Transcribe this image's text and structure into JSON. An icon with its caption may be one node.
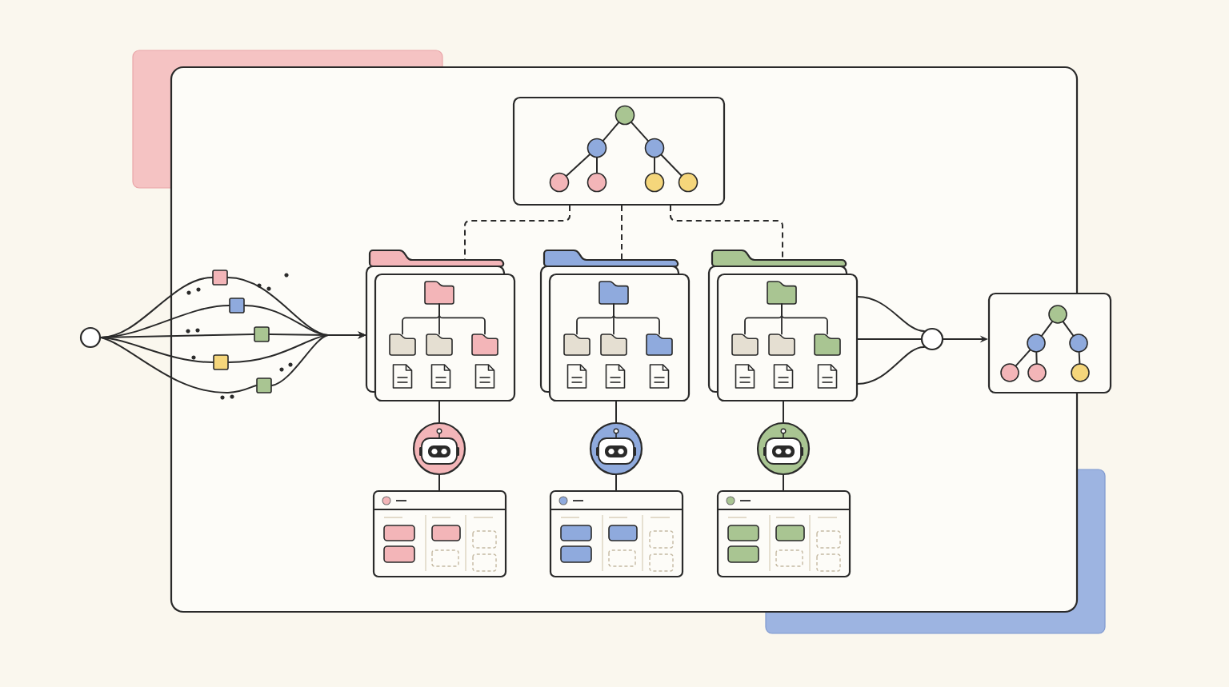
{
  "diagram": {
    "nodes": [
      {
        "text": [],
        "shape": "box"
      },
      {
        "text": [],
        "shape": "circle"
      },
      {
        "text": [],
        "shape": "box",
        "in": 0
      },
      {
        "text": [],
        "shape": "box",
        "in": 0
      },
      {
        "text": [],
        "shape": "box",
        "in": 0
      },
      {
        "text": [],
        "shape": "box",
        "in": 0
      },
      {
        "text": [],
        "shape": "box",
        "in": 0
      },
      {
        "text": [],
        "shape": "box",
        "in": 0
      },
      {
        "text": [],
        "shape": "circle",
        "in": 7
      },
      {
        "text": [],
        "shape": "circle",
        "in": 7
      },
      {
        "text": [],
        "shape": "circle",
        "in": 7
      },
      {
        "text": [],
        "shape": "circle",
        "in": 7
      },
      {
        "text": [],
        "shape": "circle",
        "in": 7
      },
      {
        "text": [],
        "shape": "circle",
        "in": 7
      },
      {
        "text": [],
        "shape": "circle",
        "in": 7
      },
      {
        "text": [],
        "shape": "folder",
        "in": 0
      },
      {
        "text": [],
        "shape": "folder",
        "in": 15
      },
      {
        "text": [],
        "shape": "folder",
        "in": 15
      },
      {
        "text": [],
        "shape": "folder",
        "in": 15
      },
      {
        "text": [],
        "shape": "folder",
        "in": 15
      },
      {
        "text": [],
        "shape": "folder",
        "in": 0
      },
      {
        "text": [],
        "shape": "folder",
        "in": 20
      },
      {
        "text": [],
        "shape": "folder",
        "in": 20
      },
      {
        "text": [],
        "shape": "folder",
        "in": 20
      },
      {
        "text": [],
        "shape": "folder",
        "in": 20
      },
      {
        "text": [],
        "shape": "folder",
        "in": 0
      },
      {
        "text": [],
        "shape": "folder",
        "in": 25
      },
      {
        "text": [],
        "shape": "folder",
        "in": 25
      },
      {
        "text": [],
        "shape": "folder",
        "in": 25
      },
      {
        "text": [],
        "shape": "folder",
        "in": 25
      },
      {
        "text": [],
        "shape": "circle",
        "in": 0
      },
      {
        "text": [],
        "shape": "circle",
        "in": 0
      },
      {
        "text": [],
        "shape": "circle",
        "in": 0
      },
      {
        "text": [],
        "shape": "box",
        "in": 0
      },
      {
        "text": [],
        "shape": "box",
        "in": 0
      },
      {
        "text": [],
        "shape": "box",
        "in": 0
      },
      {
        "text": [],
        "shape": "circle",
        "in": 0
      },
      {
        "text": [],
        "shape": "box"
      },
      {
        "text": [],
        "shape": "circle"
      },
      {
        "text": [],
        "shape": "circle"
      },
      {
        "text": [],
        "shape": "circle",
        "in": 37
      },
      {
        "text": [],
        "shape": "circle"
      },
      {
        "text": [],
        "shape": "circle"
      },
      {
        "text": [],
        "shape": "circle",
        "in": 37
      }
    ],
    "edges": [
      {
        "from": 1,
        "to": 2,
        "arrow": "none"
      },
      {
        "from": 1,
        "to": 3,
        "arrow": "none"
      },
      {
        "from": 1,
        "to": 4,
        "arrow": "none"
      },
      {
        "from": 1,
        "to": 5,
        "arrow": "none"
      },
      {
        "from": 1,
        "to": 6,
        "arrow": "none"
      },
      {
        "from": 2,
        "to": 15,
        "arrow": "to"
      },
      {
        "from": 3,
        "to": 15,
        "arrow": "to"
      },
      {
        "from": 4,
        "to": 15,
        "arrow": "to"
      },
      {
        "from": 5,
        "to": 15,
        "arrow": "to"
      },
      {
        "from": 6,
        "to": 15,
        "arrow": "to"
      },
      {
        "from": 7,
        "to": 15,
        "arrow": "none",
        "style": "dashed"
      },
      {
        "from": 7,
        "to": 20,
        "arrow": "none",
        "style": "dashed"
      },
      {
        "from": 7,
        "to": 25,
        "arrow": "none",
        "style": "dashed"
      },
      {
        "from": 8,
        "to": 9,
        "arrow": "none"
      },
      {
        "from": 8,
        "to": 10,
        "arrow": "none"
      },
      {
        "from": 9,
        "to": 11,
        "arrow": "none"
      },
      {
        "from": 9,
        "to": 12,
        "arrow": "none"
      },
      {
        "from": 10,
        "to": 13,
        "arrow": "none"
      },
      {
        "from": 10,
        "to": 14,
        "arrow": "none"
      },
      {
        "from": 16,
        "to": 17,
        "arrow": "none"
      },
      {
        "from": 16,
        "to": 18,
        "arrow": "none"
      },
      {
        "from": 16,
        "to": 19,
        "arrow": "none"
      },
      {
        "from": 21,
        "to": 22,
        "arrow": "none"
      },
      {
        "from": 21,
        "to": 23,
        "arrow": "none"
      },
      {
        "from": 21,
        "to": 24,
        "arrow": "none"
      },
      {
        "from": 26,
        "to": 27,
        "arrow": "none"
      },
      {
        "from": 26,
        "to": 28,
        "arrow": "none"
      },
      {
        "from": 26,
        "to": 29,
        "arrow": "none"
      },
      {
        "from": 15,
        "to": 30,
        "arrow": "none"
      },
      {
        "from": 20,
        "to": 31,
        "arrow": "none"
      },
      {
        "from": 25,
        "to": 32,
        "arrow": "none"
      },
      {
        "from": 30,
        "to": 33,
        "arrow": "none"
      },
      {
        "from": 31,
        "to": 34,
        "arrow": "none"
      },
      {
        "from": 32,
        "to": 35,
        "arrow": "none"
      },
      {
        "from": 25,
        "to": 36,
        "arrow": "none"
      },
      {
        "from": 25,
        "to": 36,
        "arrow": "none"
      },
      {
        "from": 25,
        "to": 36,
        "arrow": "none"
      },
      {
        "from": 36,
        "to": 37,
        "arrow": "to"
      },
      {
        "from": 38,
        "to": 39,
        "arrow": "none"
      },
      {
        "from": 38,
        "to": 40,
        "arrow": "none"
      },
      {
        "from": 39,
        "to": 41,
        "arrow": "none"
      },
      {
        "from": 39,
        "to": 42,
        "arrow": "none"
      },
      {
        "from": 40,
        "to": 43,
        "arrow": "none"
      }
    ]
  }
}
